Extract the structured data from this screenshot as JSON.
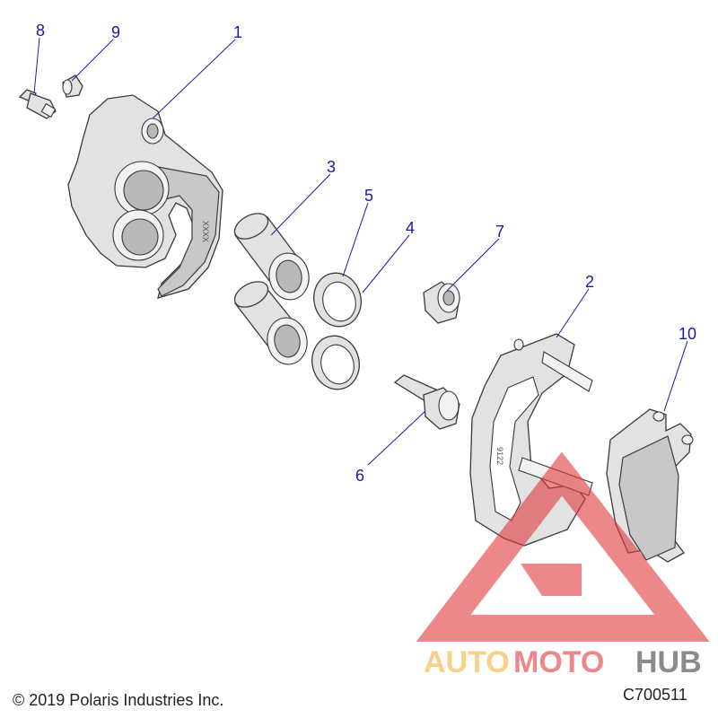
{
  "callouts": [
    "1",
    "2",
    "3",
    "4",
    "5",
    "6",
    "7",
    "8",
    "9",
    "10"
  ],
  "stamps": {
    "caliper": "XXXX",
    "bracket": "9122"
  },
  "footer": {
    "copyright": "© 2019 Polaris Industries Inc.",
    "drawing_id": "C700511"
  },
  "watermark": {
    "word_a": "AUTO",
    "word_b": "MOTO",
    "word_c": "HUB",
    "color_a": "#f5b13a",
    "color_b": "#e0393e",
    "color_c": "#3f3f3f"
  }
}
